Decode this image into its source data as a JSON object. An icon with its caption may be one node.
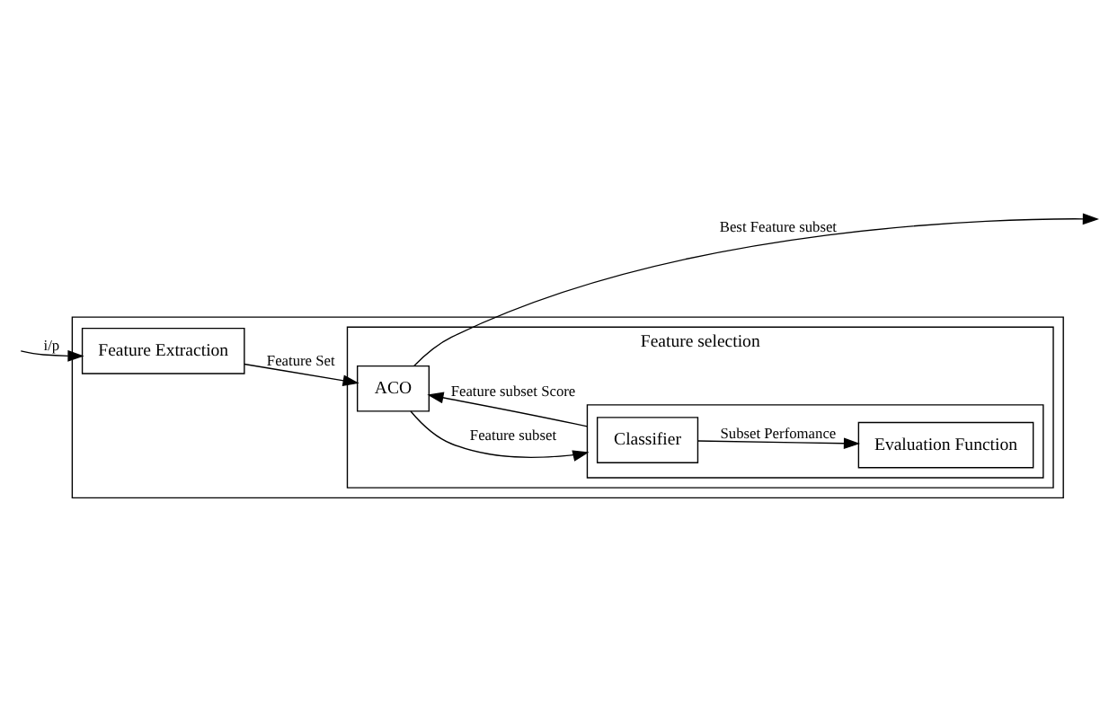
{
  "diagram": {
    "nodes": [
      {
        "text": [],
        "shape": "box"
      },
      {
        "text": [
          "Feature Extraction"
        ],
        "in": 0
      },
      {
        "text": [
          "Feature selection"
        ],
        "in": 0
      },
      {
        "text": [
          "ACO"
        ],
        "in": 2
      },
      {
        "text": [],
        "shape": "box",
        "in": 2
      },
      {
        "text": [
          "Evaluation Function"
        ],
        "in": 4
      },
      {
        "text": [
          "Classifier"
        ],
        "in": 4
      }
    ],
    "edges": [
      {
        "from": null,
        "to": 1,
        "arrow": "to",
        "label": "i/p"
      },
      {
        "from": 1,
        "to": 3,
        "arrow": "to",
        "label": "Feature Set"
      },
      {
        "from": 3,
        "to": null,
        "arrow": "to",
        "label": "Best Feature subset"
      },
      {
        "from": 3,
        "to": 4,
        "arrow": "to",
        "label": "Feature subset"
      },
      {
        "from": 4,
        "to": 3,
        "arrow": "to",
        "label": "Feature subset Score"
      },
      {
        "from": 6,
        "to": 5,
        "arrow": "to",
        "label": "Subset Perfomance"
      }
    ]
  }
}
